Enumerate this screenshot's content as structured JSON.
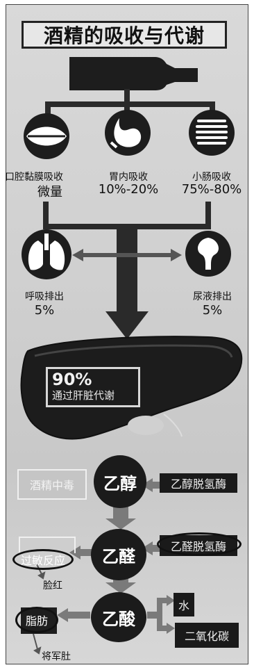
{
  "title": "酒精的吸收与代谢",
  "absorption": {
    "mouth": {
      "label": "口腔黏膜吸收",
      "value": "微量"
    },
    "stomach": {
      "label": "胃内吸收",
      "value": "10%-20%"
    },
    "intestine": {
      "label": "小肠吸收",
      "value": "75%-80%"
    }
  },
  "excretion": {
    "breath": {
      "label": "呼吸排出",
      "value": "5%"
    },
    "urine": {
      "label": "尿液排出",
      "value": "5%"
    }
  },
  "liver": {
    "percent": "90%",
    "caption": "通过肝脏代谢"
  },
  "metabolism": {
    "ethanol": "乙醇",
    "acetaldehyde": "乙醛",
    "acetic_acid": "乙酸",
    "enzyme1": "乙醇脱氢酶",
    "enzyme2": "乙醛脱氢酶",
    "intoxication": "酒精中毒",
    "allergy": "过敏反应",
    "allergy_result": "脸红",
    "fat": "脂肪",
    "fat_result": "将军肚",
    "water": "水",
    "co2": "二氧化碳"
  }
}
